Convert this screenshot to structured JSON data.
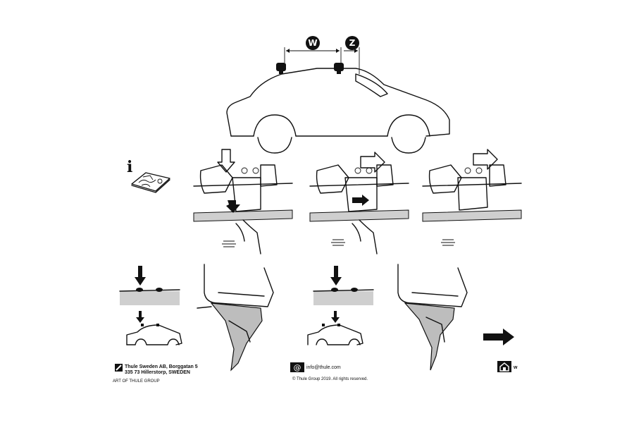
{
  "dimensions": {
    "w_label": "W",
    "z_label": "Z"
  },
  "info": {
    "glyph": "i"
  },
  "footer": {
    "address_line1": "Thule Sweden AB, Borggatan 5",
    "address_line2": "335 73 Hillerstorp, SWEDEN",
    "part_of": "ART OF THULE GROUP",
    "email": "info@thule.com",
    "copyright": "© Thule Group 2019. All rights reserved.",
    "web_partial": "w"
  },
  "icons": {
    "address": "thule-logo-icon",
    "email": "email-icon",
    "web": "home-icon",
    "next": "arrow-right-icon"
  },
  "colors": {
    "ink": "#111111",
    "roof_gray": "#cfcfcf",
    "white": "#ffffff"
  }
}
